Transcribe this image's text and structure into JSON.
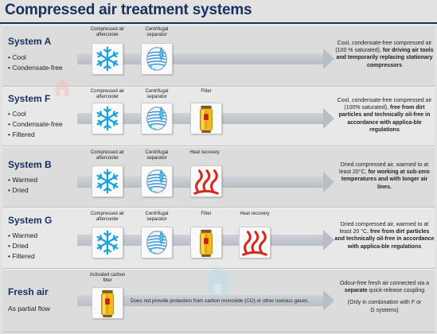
{
  "title": "Compressed air treatment systems",
  "components": {
    "aftercooler": "Compressed air aftercooler",
    "separator": "Centrifugal separator",
    "filter": "Filter",
    "heat": "Heat recovery",
    "carbon": "Activated carbon filter"
  },
  "systems": {
    "a": {
      "name": "System A",
      "features": [
        "• Cool",
        "• Condensate-free"
      ],
      "desc_plain": "Cool, condensate-free compressed air (100 % saturated),",
      "desc_bold": " for driving air tools and temporarily replacing stationary compressors"
    },
    "f": {
      "name": "System F",
      "features": [
        "• Cool",
        "• Condensate-free",
        "• Filtered"
      ],
      "desc_plain": "Cool, condensate-free compressed air (100% saturated),",
      "desc_bold": " free from dirt particles and technically oil-free in accordance with applica-ble regulations"
    },
    "b": {
      "name": "System B",
      "features": [
        "• Warmed",
        "• Dried"
      ],
      "desc_plain": "Dried compressed air, warmed to at least 20°C,",
      "desc_bold": "for working at sub-zero temperatures and with longer air lines."
    },
    "g": {
      "name": "System G",
      "features": [
        "• Warmed",
        "• Dried",
        "• Filtered"
      ],
      "desc_plain": "Dried compressed air, warmed to at least 20 °C,",
      "desc_bold": "free from dirt particles and technically oil-free in accordance with applica-ble regulations"
    },
    "fresh": {
      "name": "Fresh air",
      "subtitle": "As partial flow",
      "note": "Does not provide protection from carbon monoxide (CO) or other noxious gases.",
      "desc_p1": "Odour-free fresh air connected via a",
      "desc_b": "separate",
      "desc_p2": "quick-release coupling",
      "desc_extra": "(Only in combination with F or G systems)"
    }
  },
  "colors": {
    "title": "#1a3160",
    "snowflake": "#1aa3d9",
    "flame": "#d42a1f",
    "filter": "#f2bb1c"
  }
}
